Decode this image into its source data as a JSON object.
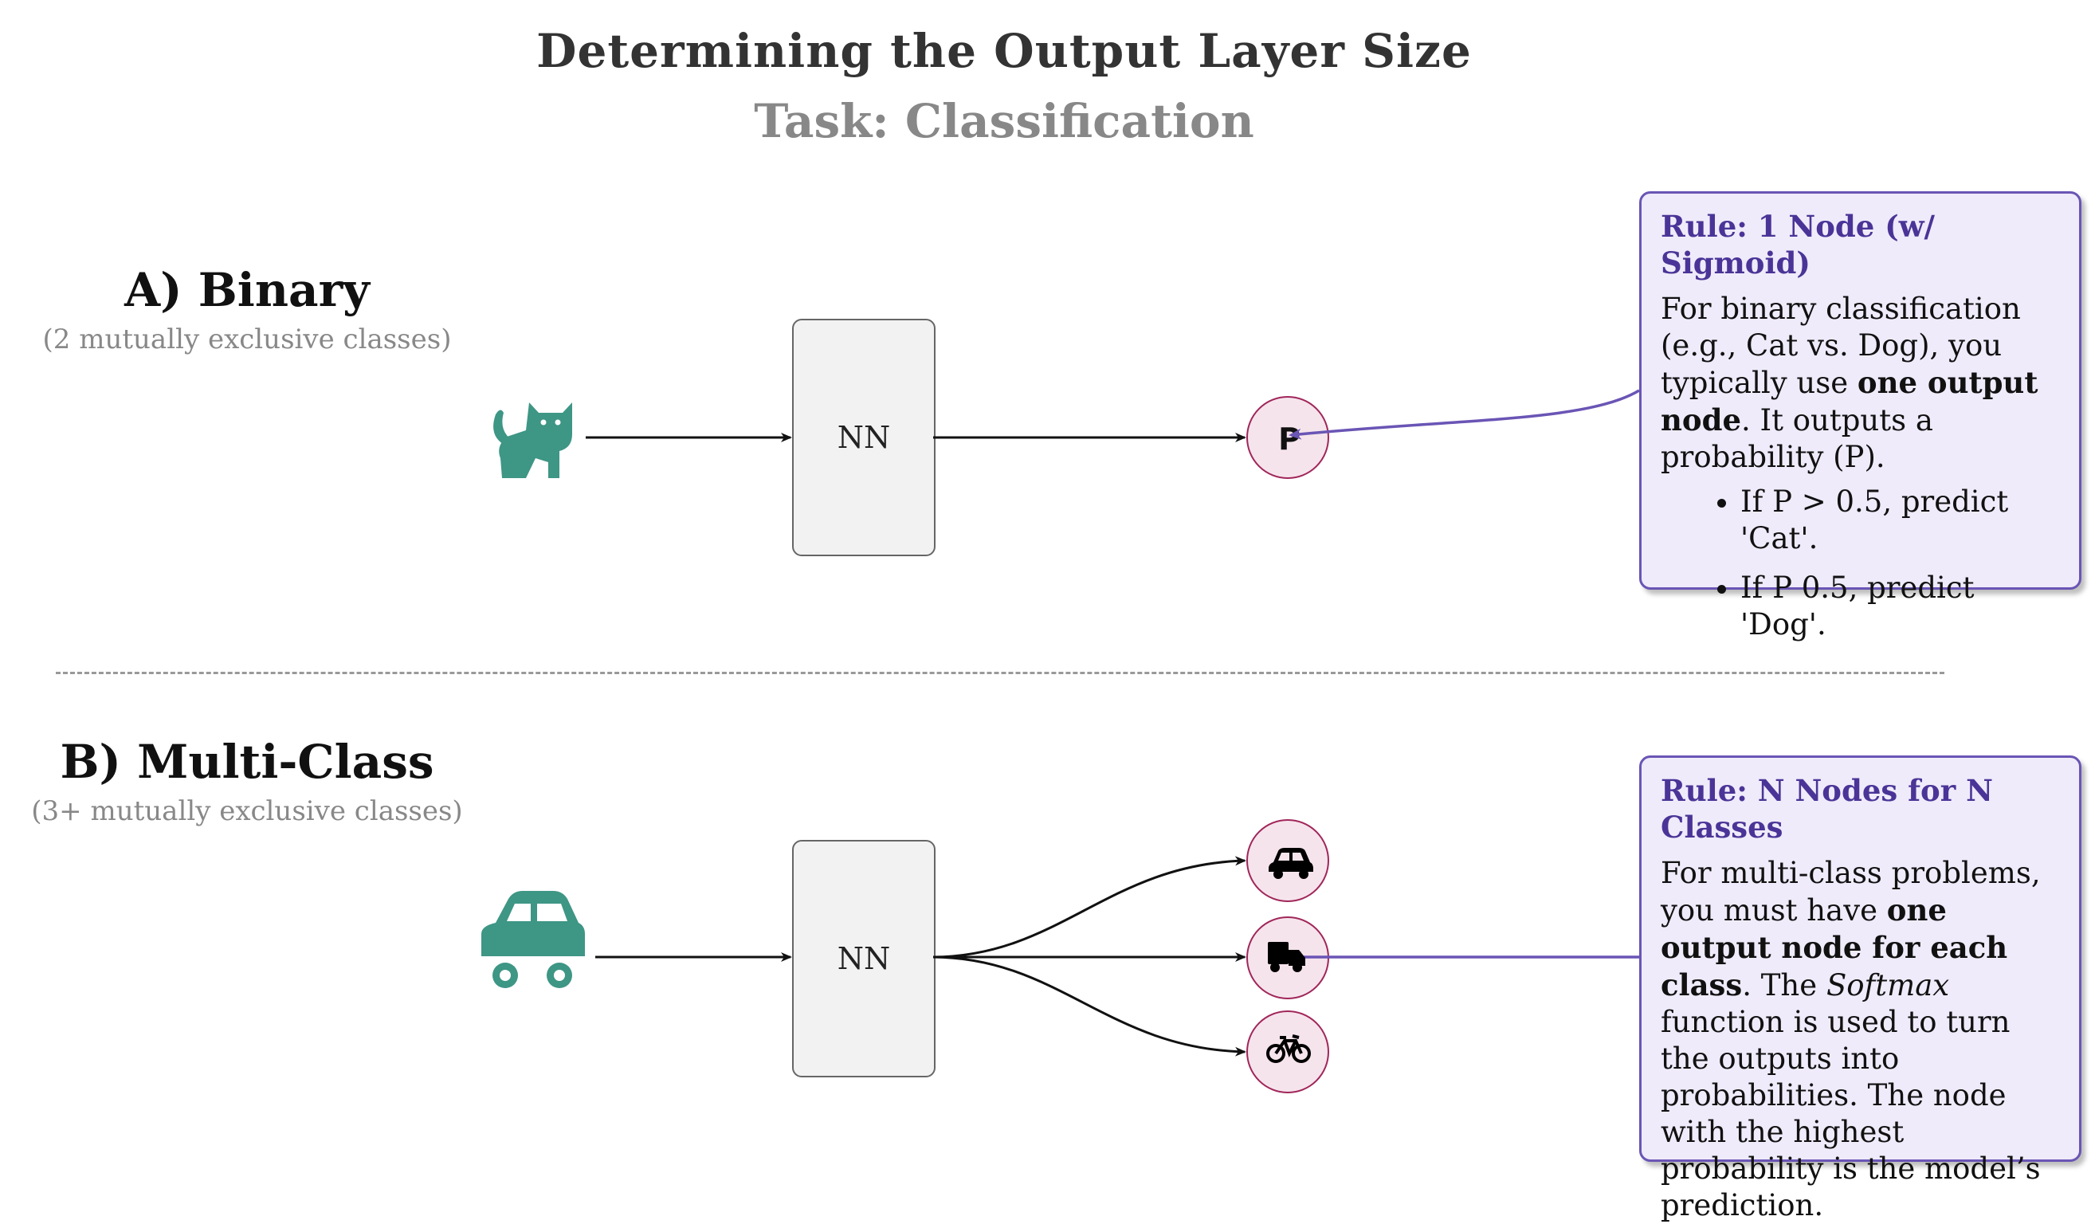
{
  "header": {
    "title": "Determining the Output Layer Size",
    "subtitle": "Task:  Classification"
  },
  "binary": {
    "title": "A) Binary",
    "subtitle": "(2 mutually exclusive classes)",
    "input_icon": "cat-icon",
    "network_label": "NN",
    "output_label": "P",
    "rule": {
      "title": "Rule: 1 Node (w/ Sigmoid)",
      "body_pre": "For binary classification (e.g., Cat vs. Dog), you typically use ",
      "body_bold": "one output node",
      "body_post": ". It outputs a probability (P).",
      "bullets": [
        "If P > 0.5, predict 'Cat'.",
        "If P 0.5, predict 'Dog'."
      ]
    }
  },
  "multiclass": {
    "title": "B) Multi-Class",
    "subtitle": "(3+ mutually exclusive classes)",
    "input_icon": "car-icon",
    "network_label": "NN",
    "output_icons": [
      "car-icon",
      "truck-icon",
      "bicycle-icon"
    ],
    "rule": {
      "title": "Rule: N Nodes for N Classes",
      "body_pre": "For multi-class problems, you must have ",
      "body_bold": "one output node for each class",
      "body_mid": ". The ",
      "body_italic": "Softmax",
      "body_post": " function is used to turn the outputs into probabilities. The node with the highest probability is the model’s prediction."
    }
  },
  "colors": {
    "icon_teal": "#3e9685",
    "annotation_arrow": "#6a55b5",
    "node_border": "#a0265a",
    "node_fill": "#f6e4ec"
  }
}
